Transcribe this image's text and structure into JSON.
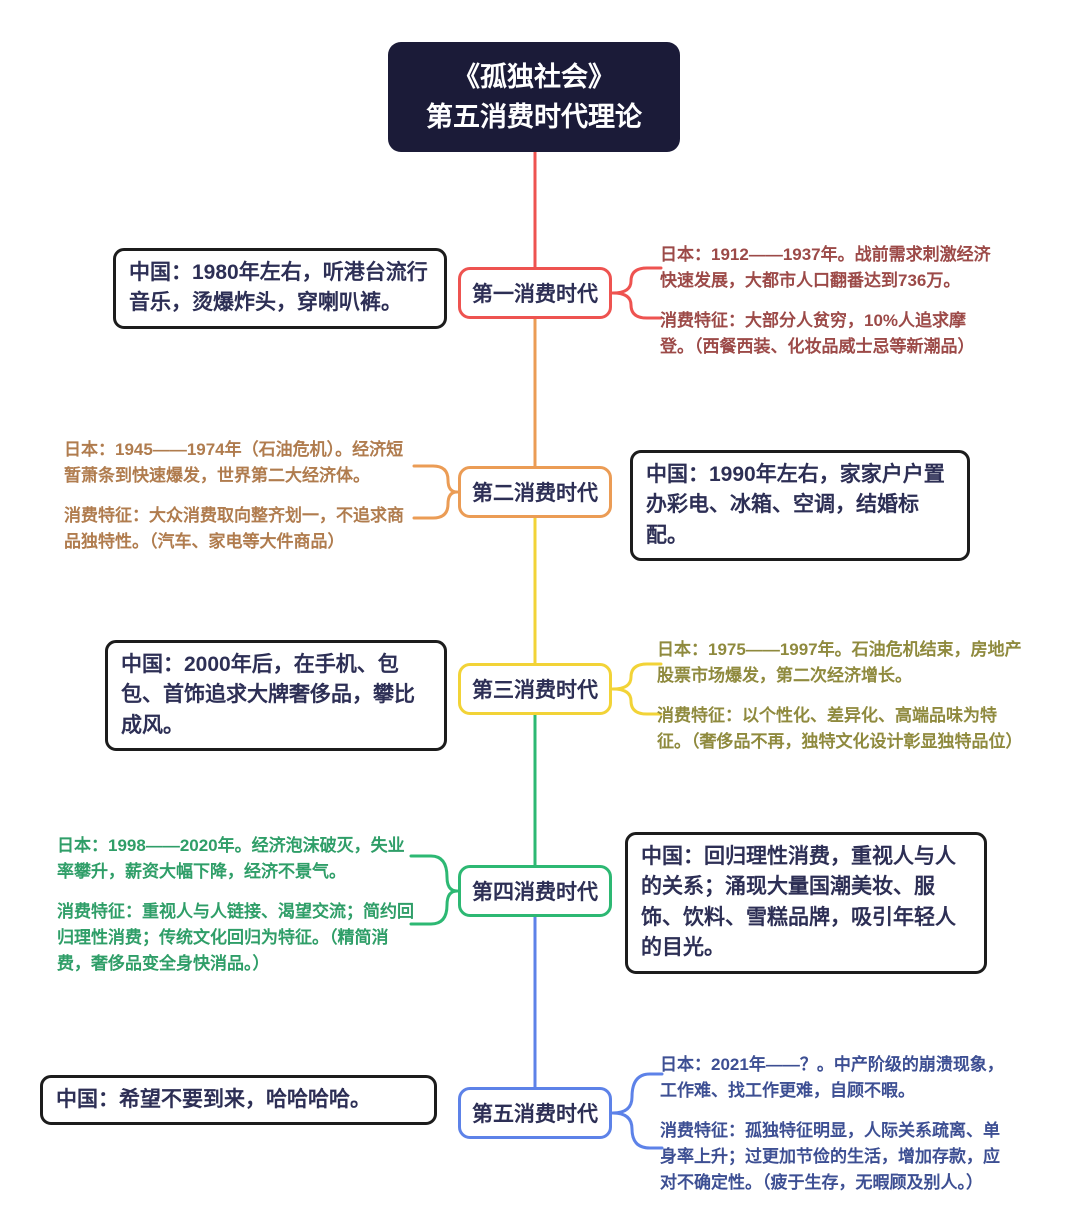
{
  "title": {
    "line1": "《孤独社会》",
    "line2": "第五消费时代理论"
  },
  "colors": {
    "title_background": "#1b1b38",
    "title_text": "#ffffff",
    "era1_accent": "#ee5350",
    "era2_accent": "#eb9c55",
    "era3_accent": "#f2d337",
    "era4_accent": "#2db873",
    "era5_accent": "#5d82e8",
    "china_box_border": "#1c1c1c",
    "china_box_text": "#2d2f55",
    "japan_text_era1": "#9c4a48",
    "japan_text_era2": "#b07c4e",
    "japan_text_era3": "#8f8a3e",
    "japan_text_era4": "#2f9e68",
    "japan_text_era5": "#3d4f93"
  },
  "eras": [
    {
      "label": "第一消费时代",
      "china": "中国：1980年左右，听港台流行音乐，烫爆炸头，穿喇叭裤。",
      "japan_history": "日本：1912——1937年。战前需求刺激经济快速发展，大都市人口翻番达到736万。",
      "japan_feature": "消费特征：大部分人贫穷，10%人追求摩登。（西餐西装、化妆品威士忌等新潮品）"
    },
    {
      "label": "第二消费时代",
      "china": "中国：1990年左右，家家户户置办彩电、冰箱、空调，结婚标配。",
      "japan_history": "日本：1945——1974年（石油危机）。经济短暂萧条到快速爆发，世界第二大经济体。",
      "japan_feature": "消费特征：大众消费取向整齐划一，不追求商品独特性。（汽车、家电等大件商品）"
    },
    {
      "label": "第三消费时代",
      "china": "中国：2000年后，在手机、包包、首饰追求大牌奢侈品，攀比成风。",
      "japan_history": "日本：1975——1997年。石油危机结束，房地产股票市场爆发，第二次经济增长。",
      "japan_feature": "消费特征：以个性化、差异化、高端品味为特征。（奢侈品不再，独特文化设计彰显独特品位）"
    },
    {
      "label": "第四消费时代",
      "china": "中国：回归理性消费，重视人与人的关系；涌现大量国潮美妆、服饰、饮料、雪糕品牌，吸引年轻人的目光。",
      "japan_history": "日本：1998——2020年。经济泡沫破灭，失业率攀升，薪资大幅下降，经济不景气。",
      "japan_feature": "消费特征：重视人与人链接、渴望交流；简约回归理性消费；传统文化回归为特征。（精简消费，奢侈品变全身快消品。）"
    },
    {
      "label": "第五消费时代",
      "china": "中国：希望不要到来，哈哈哈哈。",
      "japan_history": "日本：2021年——？。中产阶级的崩溃现象，工作难、找工作更难，自顾不暇。",
      "japan_feature": "消费特征：孤独特征明显，人际关系疏离、单身率上升；过更加节俭的生活，增加存款，应对不确定性。（疲于生存，无暇顾及别人。）"
    }
  ]
}
